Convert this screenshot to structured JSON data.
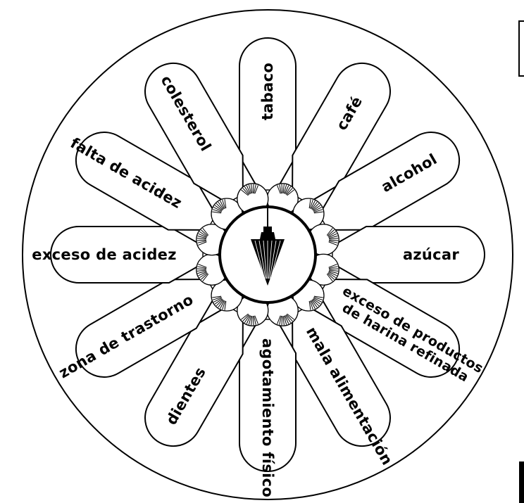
{
  "chart": {
    "ink": "#000000",
    "paper": "#ffffff",
    "center_icon": "pendulum-icon",
    "sectors": [
      {
        "id": "tabaco",
        "lines": [
          "tabaco"
        ]
      },
      {
        "id": "cafe",
        "lines": [
          "café"
        ]
      },
      {
        "id": "alcohol",
        "lines": [
          "alcohol"
        ]
      },
      {
        "id": "azucar",
        "lines": [
          "azúcar"
        ]
      },
      {
        "id": "exceso-harina",
        "lines": [
          "exceso de productos",
          "de harina refinada"
        ]
      },
      {
        "id": "mala-alimentacion",
        "lines": [
          "mala alimentación"
        ]
      },
      {
        "id": "agotamiento-fisico",
        "lines": [
          "agotamiento físico"
        ]
      },
      {
        "id": "dientes",
        "lines": [
          "dientes"
        ]
      },
      {
        "id": "zona-trastorno",
        "lines": [
          "zona de trastorno"
        ]
      },
      {
        "id": "exceso-acidez",
        "lines": [
          "exceso de acidez"
        ]
      },
      {
        "id": "falta-acidez",
        "lines": [
          "falta de acidez"
        ]
      },
      {
        "id": "colesterol",
        "lines": [
          "colesterol"
        ]
      }
    ]
  }
}
